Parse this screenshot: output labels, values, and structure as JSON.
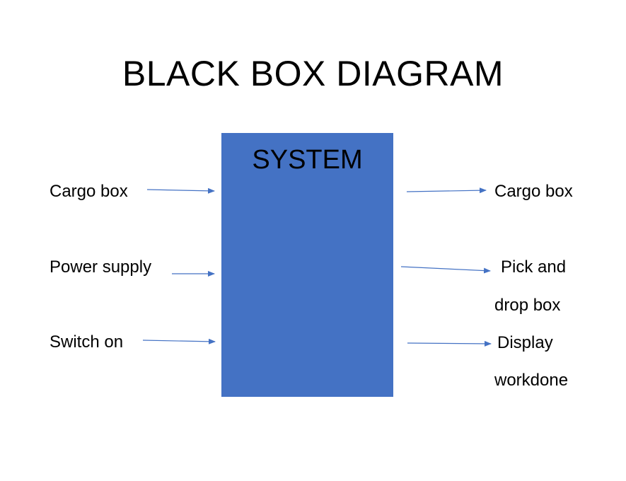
{
  "title": "BLACK BOX DIAGRAM",
  "system": {
    "label": "SYSTEM",
    "color": "#4472C4"
  },
  "arrow_color": "#4472C4",
  "inputs": [
    "Cargo box",
    "Power supply",
    "Switch on"
  ],
  "outputs": [
    "Cargo box",
    "Pick and",
    "drop box",
    "Display",
    "workdone"
  ]
}
